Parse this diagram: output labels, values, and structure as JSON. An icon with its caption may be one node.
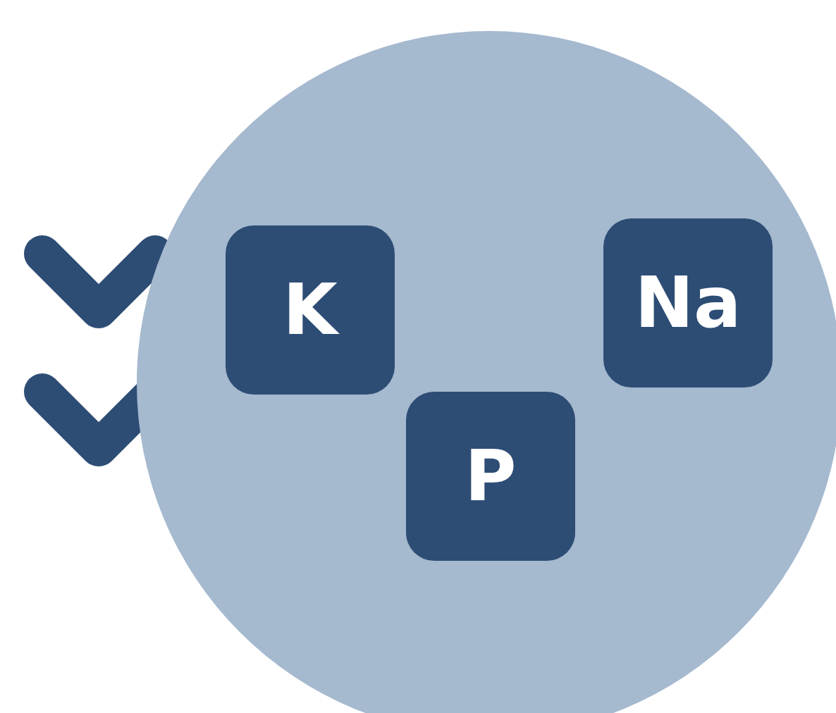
{
  "diagram": {
    "nodes": [
      {
        "text": [],
        "shape": "circle"
      },
      {
        "text": [
          "K"
        ],
        "in": 0
      },
      {
        "text": [
          "Na"
        ],
        "in": 0
      },
      {
        "text": [
          "P"
        ],
        "in": 0
      }
    ]
  }
}
